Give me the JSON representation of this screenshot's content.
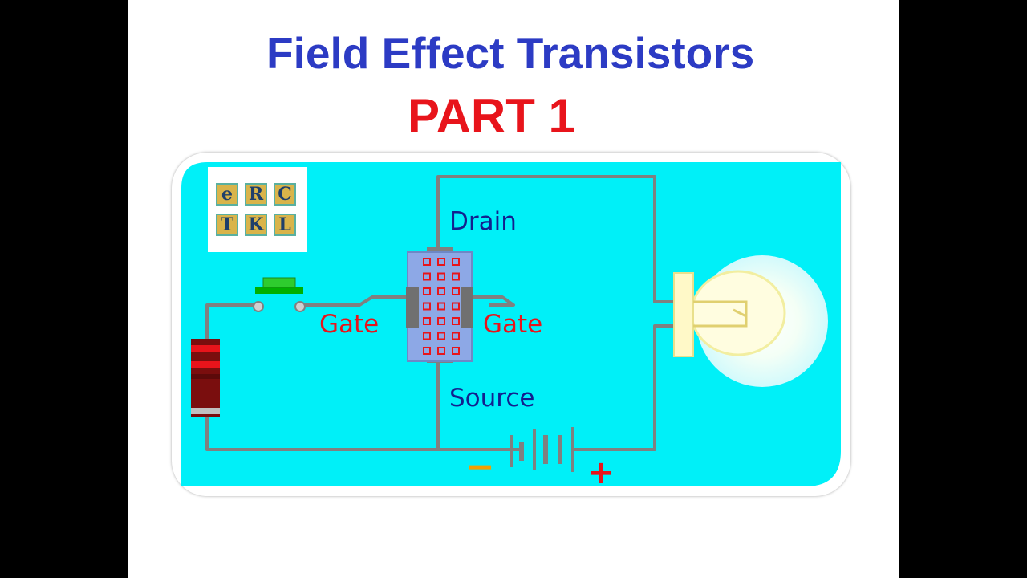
{
  "title": "Field Effect Transistors",
  "subtitle": "PART 1",
  "diagram": {
    "labels": {
      "drain": "Drain",
      "gate_left": "Gate",
      "gate_right": "Gate",
      "source": "Source",
      "battery_minus": "−",
      "battery_plus": "+"
    },
    "logo_letters": [
      "e",
      "R",
      "C",
      "T",
      "K",
      "L"
    ],
    "colors": {
      "background": "#00f0f8",
      "terminal_label": "#13208e",
      "gate_label": "#e8141b",
      "channel": "#8da8e6",
      "dot": "#e8141b",
      "gate_plate": "#808080",
      "button": "#2ecc2e",
      "resistor_body": "#7a0e0e",
      "resistor_band": "#e8141b",
      "battery_sign": "#f0a000",
      "bulb_glow": "#fffde0"
    }
  }
}
